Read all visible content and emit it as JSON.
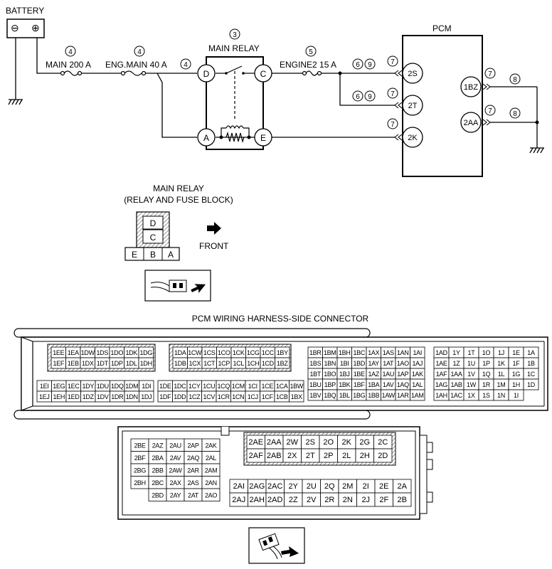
{
  "labels": {
    "battery": "BATTERY",
    "minus": "⊖",
    "plus": "⊕",
    "main_fuse": "MAIN 200 A",
    "eng_main_fuse": "ENG.MAIN 40 A",
    "engine2_fuse": "ENGINE2 15 A",
    "main_relay": "MAIN RELAY",
    "pcm": "PCM",
    "relay_title_1": "MAIN RELAY",
    "relay_title_2": "(RELAY AND FUSE BLOCK)",
    "front": "FRONT",
    "pcm_connector_title": "PCM WIRING HARNESS-SIDE CONNECTOR"
  },
  "callouts": {
    "n3": "3",
    "n4a": "4",
    "n4b": "4",
    "n4c": "4",
    "n5": "5",
    "n6a": "6",
    "n9a": "9",
    "n6b": "6",
    "n9b": "9",
    "n7a": "7",
    "n7b": "7",
    "n7c": "7",
    "n7d": "7",
    "n7e": "7",
    "n8a": "8",
    "n8b": "8"
  },
  "relay_terminals": {
    "D": "D",
    "C": "C",
    "A": "A",
    "E": "E"
  },
  "pcm_terminals": {
    "t2S": "2S",
    "t2T": "2T",
    "t2K": "2K",
    "t1BZ": "1BZ",
    "t2AA": "2AA"
  },
  "relay_block": {
    "top": [
      "D",
      "C"
    ],
    "bottom": [
      "E",
      "B",
      "A"
    ]
  },
  "conn1": {
    "g1": [
      [
        "1EE",
        "1EA",
        "1DW",
        "1DS",
        "1DO",
        "1DK",
        "1DG"
      ],
      [
        "1EF",
        "1EB",
        "1DX",
        "1DT",
        "1DP",
        "1DL",
        "1DH"
      ]
    ],
    "g2": [
      [
        "1DA",
        "1CW",
        "1CS",
        "1CO",
        "1CK",
        "1CG",
        "1CC",
        "1BY"
      ],
      [
        "1DB",
        "1CX",
        "1CT",
        "1CP",
        "1CL",
        "1CH",
        "1CD",
        "1BZ"
      ]
    ],
    "g3": [
      [
        "1EI",
        "1EG",
        "1EC",
        "1DY",
        "1DU",
        "1DQ",
        "1DM",
        "1DI"
      ],
      [
        "1EJ",
        "1EH",
        "1ED",
        "1DZ",
        "1DV",
        "1DR",
        "1DN",
        "1DJ"
      ]
    ],
    "g4": [
      [
        "1DE",
        "1DC",
        "1CY",
        "1CU",
        "1CQ",
        "1CM",
        "1CI",
        "1CE",
        "1CA",
        "1BW"
      ],
      [
        "1DF",
        "1DD",
        "1CZ",
        "1CV",
        "1CR",
        "1CN",
        "1CJ",
        "1CF",
        "1CB",
        "1BX"
      ]
    ],
    "g5": [
      [
        "1BR",
        "1BM",
        "1BH",
        "1BC",
        "1AX",
        "1AS",
        "1AN",
        "1AI"
      ],
      [
        "1BS",
        "1BN",
        "1BI",
        "1BD",
        "1AY",
        "1AT",
        "1AO",
        "1AJ"
      ],
      [
        "1BT",
        "1BO",
        "1BJ",
        "1BE",
        "1AZ",
        "1AU",
        "1AP",
        "1AK"
      ],
      [
        "1BU",
        "1BP",
        "1BK",
        "1BF",
        "1BA",
        "1AV",
        "1AQ",
        "1AL"
      ],
      [
        "1BV",
        "1BQ",
        "1BL",
        "1BG",
        "1BB",
        "1AW",
        "1AR",
        "1AM"
      ]
    ],
    "g6": [
      [
        "1AD",
        "1Y",
        "1T",
        "1O",
        "1J",
        "1E",
        "1A"
      ],
      [
        "1AE",
        "1Z",
        "1U",
        "1P",
        "1K",
        "1F",
        "1B"
      ],
      [
        "1AF",
        "1AA",
        "1V",
        "1Q",
        "1L",
        "1G",
        "1C"
      ],
      [
        "1AG",
        "1AB",
        "1W",
        "1R",
        "1M",
        "1H",
        "1D"
      ],
      [
        "1AH",
        "1AC",
        "1X",
        "1S",
        "1N",
        "1I",
        ""
      ]
    ]
  },
  "conn2": {
    "left": [
      [
        "2BE",
        "2AZ",
        "2AU",
        "2AP",
        "2AK"
      ],
      [
        "2BF",
        "2BA",
        "2AV",
        "2AQ",
        "2AL"
      ],
      [
        "2BG",
        "2BB",
        "2AW",
        "2AR",
        "2AM"
      ],
      [
        "2BH",
        "2BC",
        "2AX",
        "2AS",
        "2AN"
      ],
      [
        "",
        "2BD",
        "2AY",
        "2AT",
        "2AO"
      ]
    ],
    "top": [
      [
        "2AE",
        "2AA",
        "2W",
        "2S",
        "2O",
        "2K",
        "2G",
        "2C"
      ],
      [
        "2AF",
        "2AB",
        "2X",
        "2T",
        "2P",
        "2L",
        "2H",
        "2D"
      ]
    ],
    "bottom": [
      [
        "2AI",
        "2AG",
        "2AC",
        "2Y",
        "2U",
        "2Q",
        "2M",
        "2I",
        "2E",
        "2A"
      ],
      [
        "2AJ",
        "2AH",
        "2AD",
        "2Z",
        "2V",
        "2R",
        "2N",
        "2J",
        "2F",
        "2B"
      ]
    ]
  }
}
